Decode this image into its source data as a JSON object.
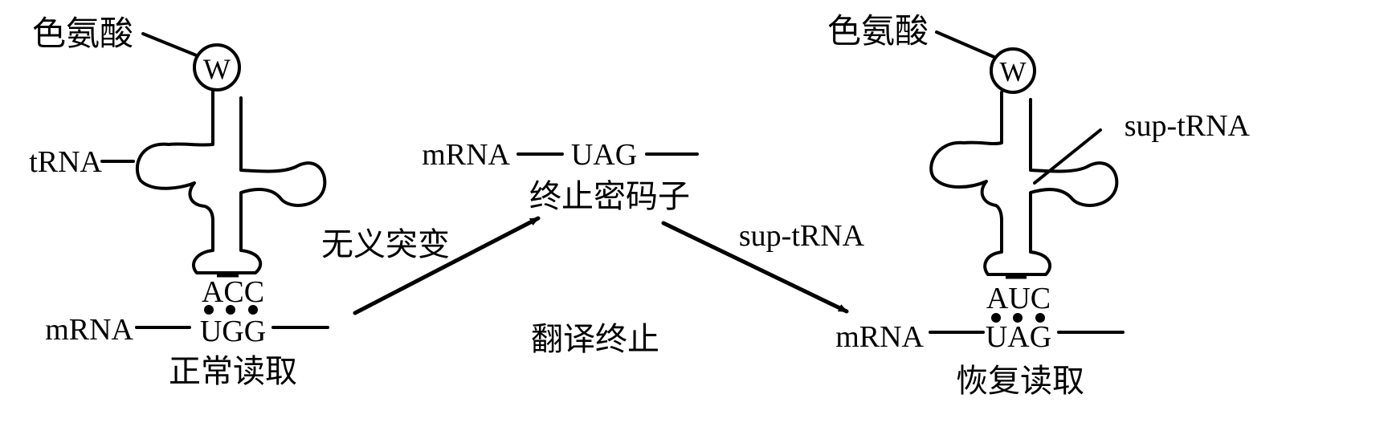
{
  "left_panel": {
    "amino_acid_label": "色氨酸",
    "amino_acid_symbol": "W",
    "trna_label": "tRNA",
    "anticodon": "ACC",
    "mrna_label": "mRNA",
    "codon": "UGG",
    "caption": "正常读取"
  },
  "middle_panel": {
    "mrna_label": "mRNA",
    "codon": "UAG",
    "codon_caption": "终止密码子",
    "mutation_label": "无义突变",
    "result_caption": "翻译终止",
    "suppressor_label": "sup-tRNA"
  },
  "right_panel": {
    "amino_acid_label": "色氨酸",
    "amino_acid_symbol": "W",
    "trna_label": "sup-tRNA",
    "anticodon": "AUC",
    "mrna_label": "mRNA",
    "codon": "UAG",
    "caption": "恢复读取"
  }
}
